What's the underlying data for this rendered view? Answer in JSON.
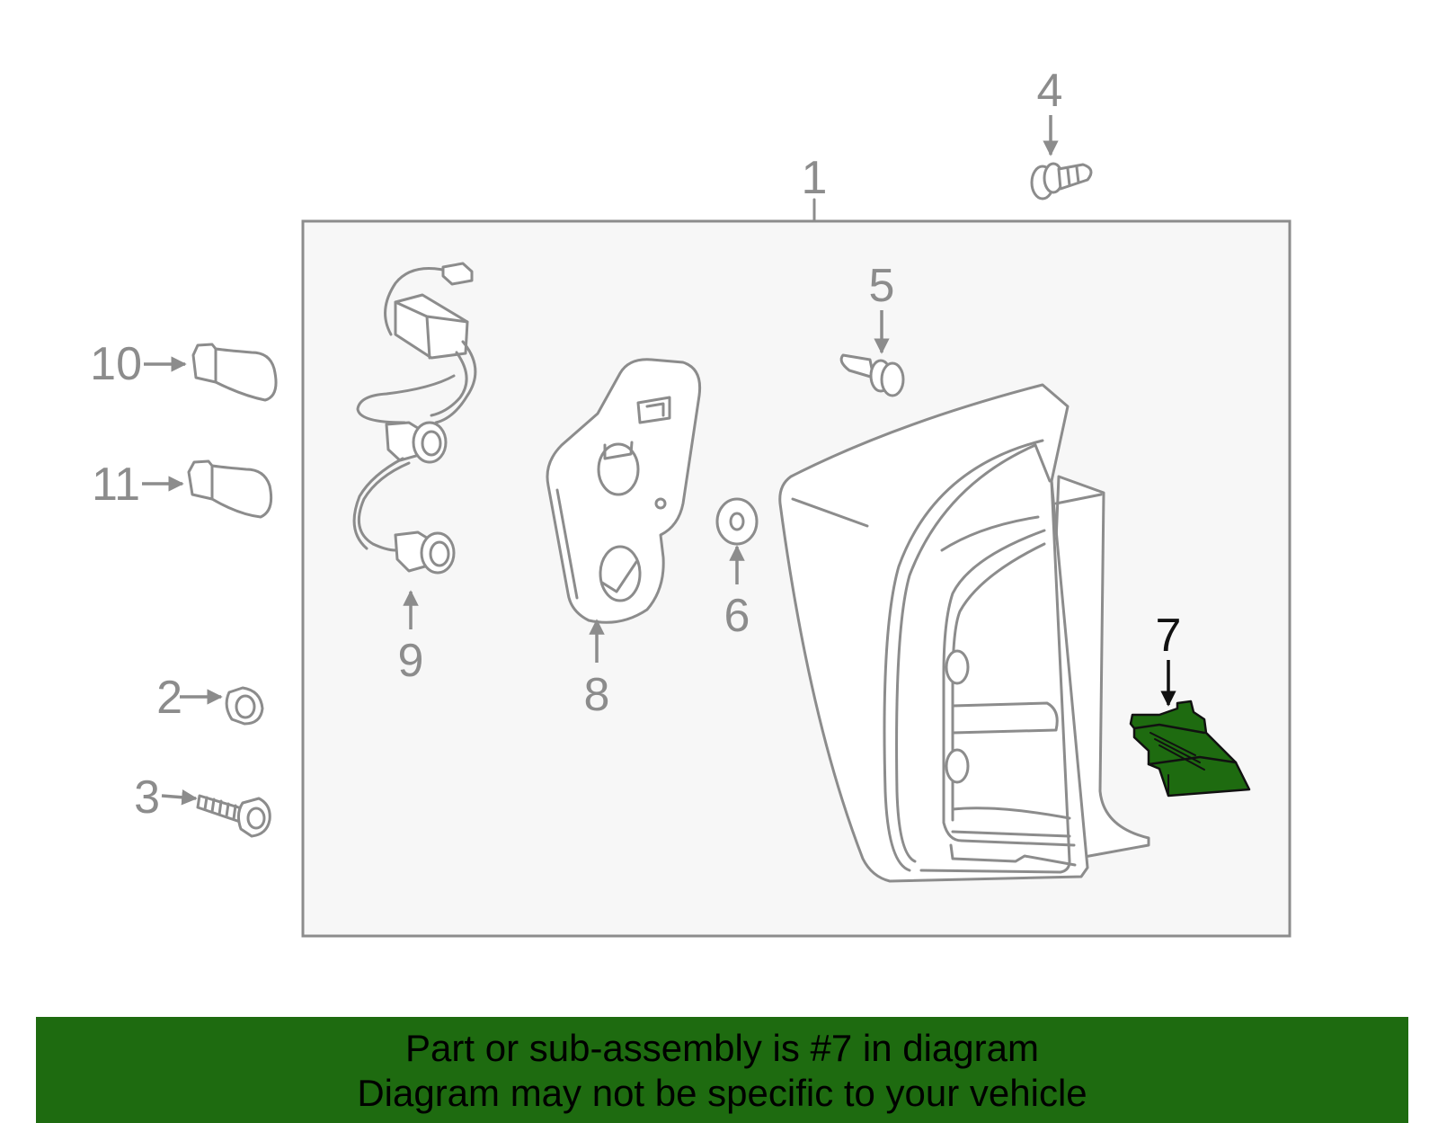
{
  "callouts": {
    "c1": "1",
    "c2": "2",
    "c3": "3",
    "c4": "4",
    "c5": "5",
    "c6": "6",
    "c7": "7",
    "c8": "8",
    "c9": "9",
    "c10": "10",
    "c11": "11"
  },
  "highlighted_part": "7",
  "colors": {
    "highlight_fill": "#1e6b10",
    "banner_bg": "#1e6b10",
    "line_gray": "#8c8c8c",
    "panel_bg": "#f7f7f7"
  },
  "banner": {
    "line1": "Part or sub-assembly is #7 in diagram",
    "line2": "Diagram may not be specific to your vehicle"
  }
}
